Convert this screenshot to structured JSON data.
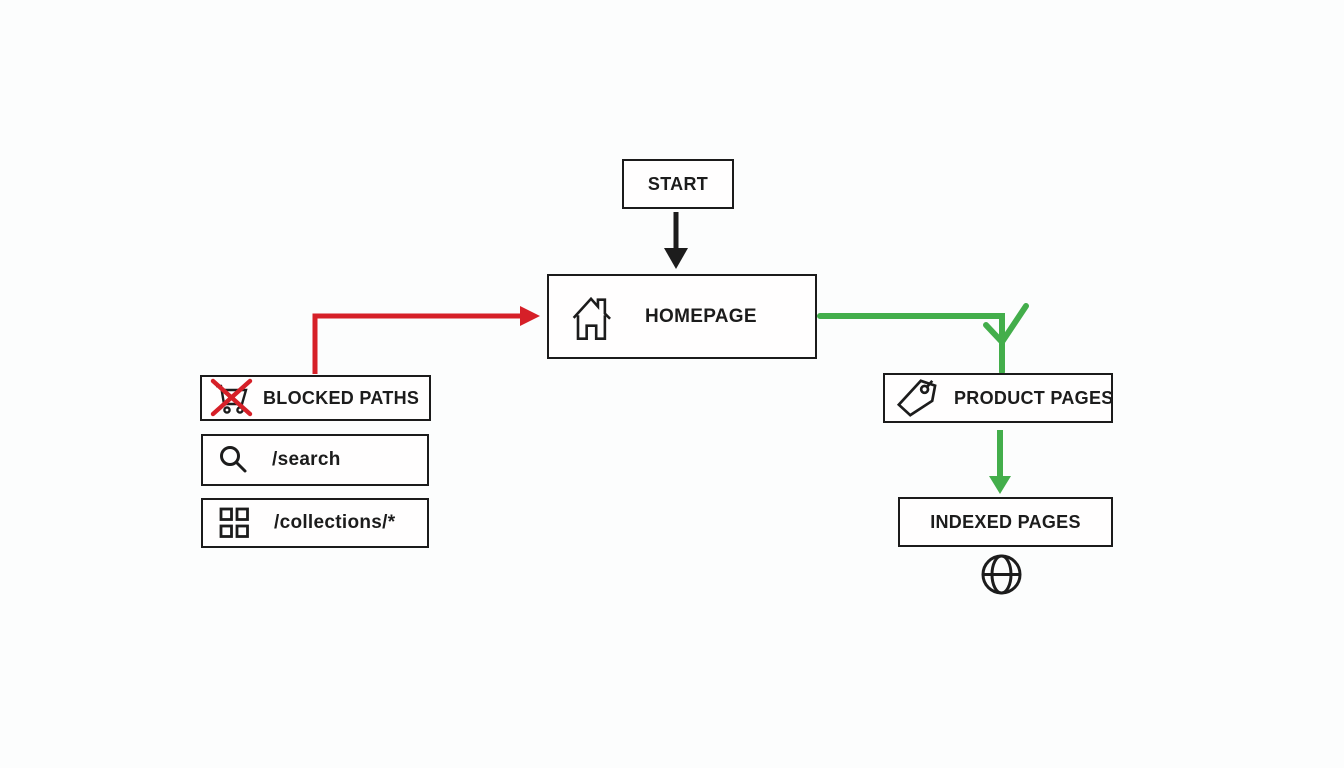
{
  "diagram": {
    "name": "site-crawl-indexing-flow",
    "colors": {
      "ink": "#1c1c1c",
      "red": "#d62028",
      "green": "#43ae4b",
      "background": "#fcfdfd"
    },
    "nodes": {
      "start": {
        "label": "START"
      },
      "homepage": {
        "label": "HOMEPAGE",
        "icon": "home-icon"
      },
      "blocked_paths": {
        "label": "BLOCKED PATHS",
        "icon": "cart-blocked-icon"
      },
      "search_path": {
        "label": "/search",
        "icon": "magnifier-icon"
      },
      "collections_path": {
        "label": "/collections/*",
        "icon": "grid-icon"
      },
      "product_pages": {
        "label": "PRODUCT PAGES",
        "icon": "tag-icon"
      },
      "indexed_pages": {
        "label": "INDEXED PAGES"
      },
      "globe": {
        "icon": "globe-icon"
      }
    },
    "edges": [
      {
        "from": "start",
        "to": "homepage",
        "color_key": "ink",
        "style": "arrow"
      },
      {
        "from": "blocked_paths",
        "to": "homepage",
        "color_key": "red",
        "style": "arrow"
      },
      {
        "from": "homepage",
        "to": "product_pages",
        "color_key": "green",
        "style": "check-arrow"
      },
      {
        "from": "product_pages",
        "to": "indexed_pages",
        "color_key": "green",
        "style": "arrow"
      }
    ]
  }
}
